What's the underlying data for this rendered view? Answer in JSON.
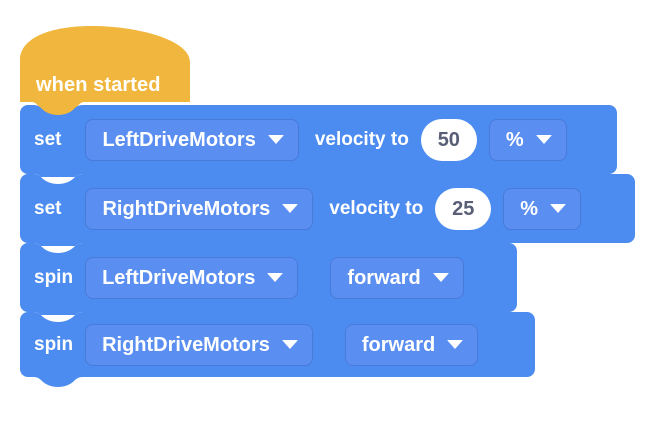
{
  "app": {
    "name": "VEXcode Block Editor",
    "workspace_background": "#ffffff"
  },
  "colors": {
    "event_block": "#f0b63d",
    "motion_block": "#4c8cf0",
    "field_fill": "#5a8ef0",
    "field_border": "#4a7ad8",
    "number_field_fill": "#ffffff",
    "number_field_text": "#575e75",
    "block_text": "#ffffff"
  },
  "program": {
    "hat": {
      "label": "when started",
      "category": "event"
    },
    "blocks": [
      {
        "id": "set-left-velocity",
        "category": "motion",
        "opcode_label": "set",
        "motor": "LeftDriveMotors",
        "middle_label": "velocity to",
        "value": "50",
        "units": "%"
      },
      {
        "id": "set-right-velocity",
        "category": "motion",
        "opcode_label": "set",
        "motor": "RightDriveMotors",
        "middle_label": "velocity to",
        "value": "25",
        "units": "%"
      },
      {
        "id": "spin-left",
        "category": "motion",
        "opcode_label": "spin",
        "motor": "LeftDriveMotors",
        "direction": "forward"
      },
      {
        "id": "spin-right",
        "category": "motion",
        "opcode_label": "spin",
        "motor": "RightDriveMotors",
        "direction": "forward"
      }
    ]
  },
  "icons": {
    "dropdown_caret": "chevron-down-icon"
  }
}
